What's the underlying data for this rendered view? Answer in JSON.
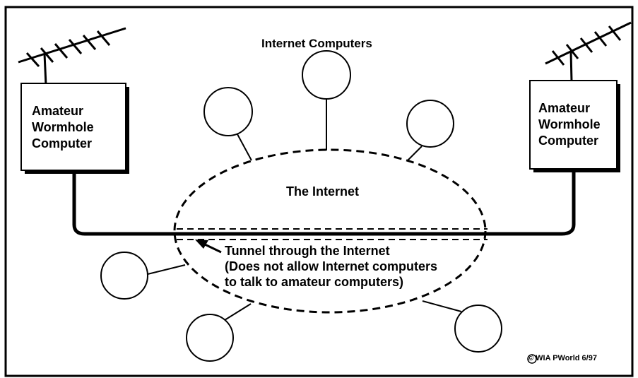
{
  "diagram": {
    "left_computer_label": [
      "Amateur",
      "Wormhole",
      "Computer"
    ],
    "right_computer_label": [
      "Amateur",
      "Wormhole",
      "Computer"
    ],
    "internet_computers_label": "Internet Computers",
    "internet_label": "The Internet",
    "tunnel_label": [
      "Tunnel through the Internet",
      "(Does not allow Internet computers",
      "to talk to amateur computers)"
    ],
    "credit": "© WIA PWorld 6/97"
  }
}
